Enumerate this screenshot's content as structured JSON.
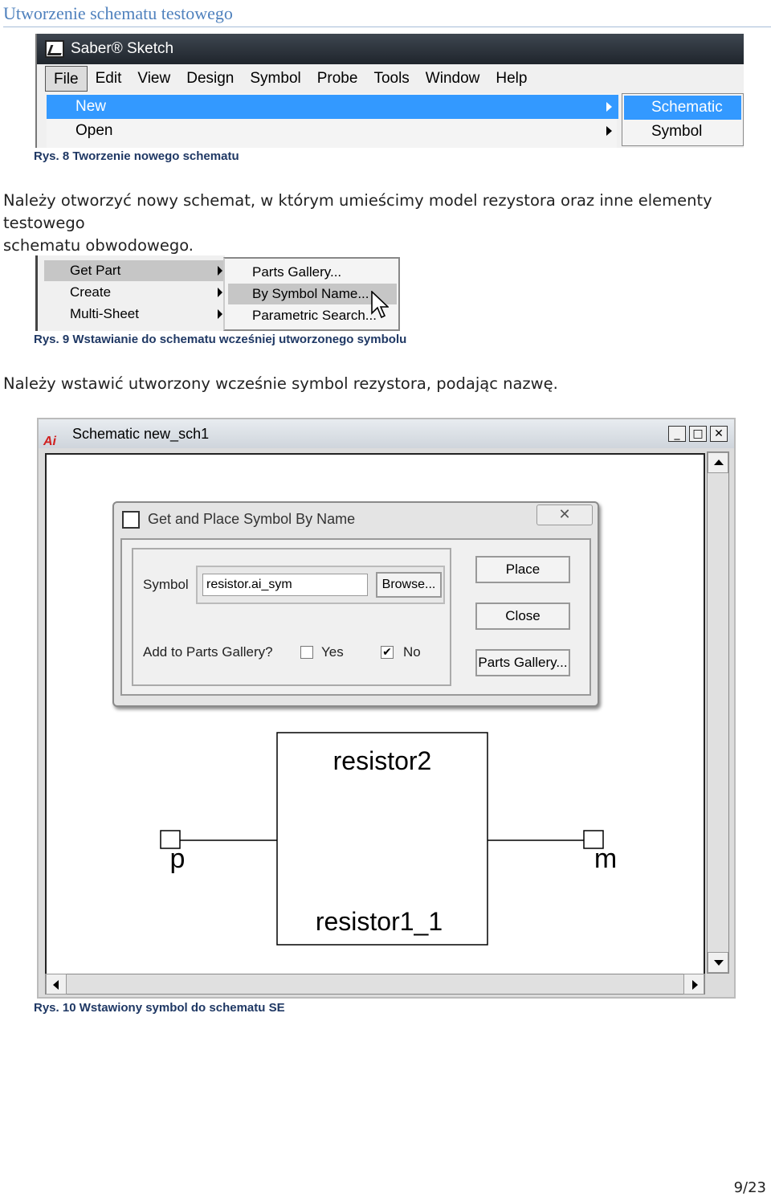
{
  "heading": "Utworzenie schematu testowego",
  "fig8": {
    "app_title": "Saber® Sketch",
    "menu": [
      "File",
      "Edit",
      "View",
      "Design",
      "Symbol",
      "Probe",
      "Tools",
      "Window",
      "Help"
    ],
    "dropdown": [
      "New",
      "Open"
    ],
    "submenu": [
      "Schematic",
      "Symbol"
    ],
    "caption": "Rys. 8 Tworzenie nowego schematu"
  },
  "para1_line1": "Należy otworzyć nowy schemat, w którym umieścimy model rezystora oraz inne elementy testowego",
  "para1_line2": "schematu obwodowego.",
  "fig9": {
    "menu": [
      "Get Part",
      "Create",
      "Multi-Sheet"
    ],
    "submenu": [
      "Parts Gallery...",
      "By Symbol Name...",
      "Parametric Search..."
    ],
    "caption": "Rys. 9 Wstawianie do schematu wcześniej utworzonego symbolu"
  },
  "para2": "Należy wstawić utworzony wcześnie symbol rezystora, podając nazwę.",
  "fig10": {
    "window_title": "Schematic new_sch1",
    "window_logo": "Ai",
    "dialog_title": "Get and Place Symbol By Name",
    "symbol_label": "Symbol",
    "symbol_value": "resistor.ai_sym",
    "browse_label": "Browse...",
    "gallery_question": "Add to Parts Gallery?",
    "yes_label": "Yes",
    "no_label": "No",
    "yes_checked": false,
    "no_checked": true,
    "place_label": "Place",
    "close_label": "Close",
    "parts_gallery_label": "Parts Gallery...",
    "component_name": "resistor2",
    "instance_name": "resistor1_1",
    "pin_left": "p",
    "pin_right": "m",
    "caption": "Rys. 10 Wstawiony symbol do schematu SE"
  },
  "page_number": "9/23",
  "colors": {
    "heading": "#4f81bd",
    "caption": "#1f3864",
    "menu_highlight": "#3399ff"
  }
}
